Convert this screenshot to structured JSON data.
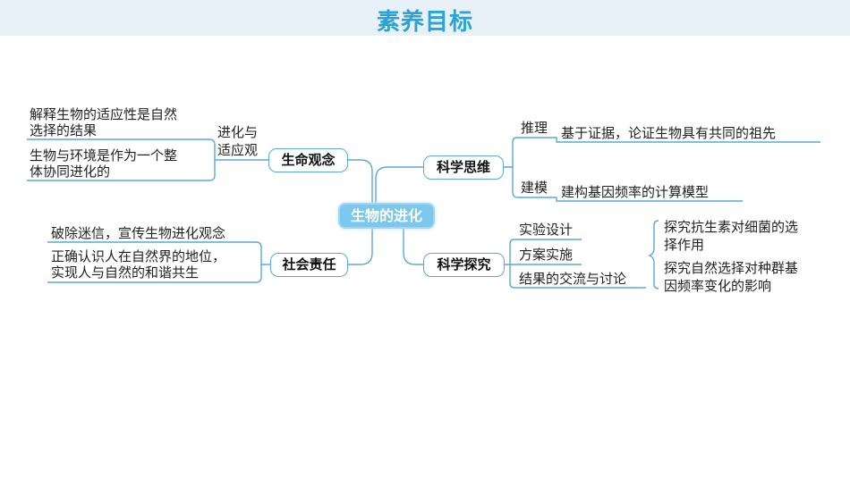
{
  "header": {
    "title": "素养目标"
  },
  "center": {
    "label": "生物的进化"
  },
  "branches": {
    "life_concept": {
      "label": "生命观念",
      "sub_label": [
        "进化与",
        "适应观"
      ],
      "items": [
        [
          "解释生物的适应性是自然",
          "选择的结果"
        ],
        [
          "生物与环境是作为一个整",
          "体协同进化的"
        ]
      ]
    },
    "science_thinking": {
      "label": "科学思维",
      "items": [
        {
          "tag": "推理",
          "text": "基于证据，论证生物具有共同的祖先"
        },
        {
          "tag": "建模",
          "text": "建构基因频率的计算模型"
        }
      ]
    },
    "social_responsibility": {
      "label": "社会责任",
      "items": [
        [
          "破除迷信，宣传生物进化观念"
        ],
        [
          "正确认识人在自然界的地位，",
          "实现人与自然的和谐共生"
        ]
      ]
    },
    "science_inquiry": {
      "label": "科学探究",
      "items": [
        "实验设计",
        "方案实施",
        "结果的交流与讨论"
      ],
      "examples": [
        [
          "探究抗生素对细菌的选",
          "择作用"
        ],
        [
          "探究自然选择对种群基",
          "因频率变化的影响"
        ]
      ]
    }
  }
}
